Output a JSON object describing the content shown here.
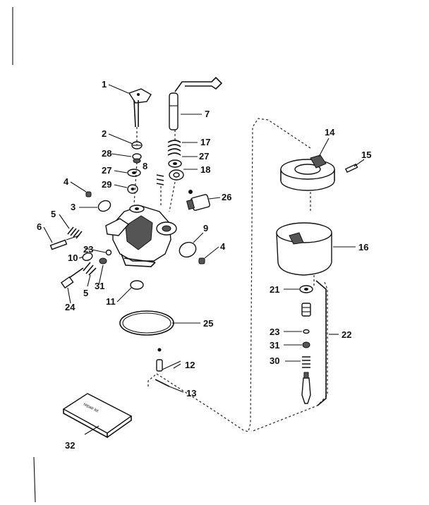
{
  "callouts": [
    {
      "id": "p1",
      "text": "1"
    },
    {
      "id": "p2",
      "text": "2"
    },
    {
      "id": "p3",
      "text": "3"
    },
    {
      "id": "p4a",
      "text": "4"
    },
    {
      "id": "p4b",
      "text": "4"
    },
    {
      "id": "p5a",
      "text": "5"
    },
    {
      "id": "p5b",
      "text": "5"
    },
    {
      "id": "p6",
      "text": "6"
    },
    {
      "id": "p7",
      "text": "7"
    },
    {
      "id": "p8",
      "text": "8"
    },
    {
      "id": "p9",
      "text": "9"
    },
    {
      "id": "p10",
      "text": "10"
    },
    {
      "id": "p11",
      "text": "11"
    },
    {
      "id": "p12",
      "text": "12"
    },
    {
      "id": "p13",
      "text": "13"
    },
    {
      "id": "p14",
      "text": "14"
    },
    {
      "id": "p15",
      "text": "15"
    },
    {
      "id": "p16",
      "text": "16"
    },
    {
      "id": "p17",
      "text": "17"
    },
    {
      "id": "p18",
      "text": "18"
    },
    {
      "id": "p21",
      "text": "21"
    },
    {
      "id": "p22",
      "text": "22"
    },
    {
      "id": "p23a",
      "text": "23"
    },
    {
      "id": "p23b",
      "text": "23"
    },
    {
      "id": "p24",
      "text": "24"
    },
    {
      "id": "p25",
      "text": "25"
    },
    {
      "id": "p26",
      "text": "26"
    },
    {
      "id": "p27a",
      "text": "27"
    },
    {
      "id": "p27b",
      "text": "27"
    },
    {
      "id": "p28",
      "text": "28"
    },
    {
      "id": "p29",
      "text": "29"
    },
    {
      "id": "p30",
      "text": "30"
    },
    {
      "id": "p31a",
      "text": "31"
    },
    {
      "id": "p31b",
      "text": "31"
    },
    {
      "id": "p32",
      "text": "32"
    }
  ],
  "repair_kit_text": "repair kit"
}
